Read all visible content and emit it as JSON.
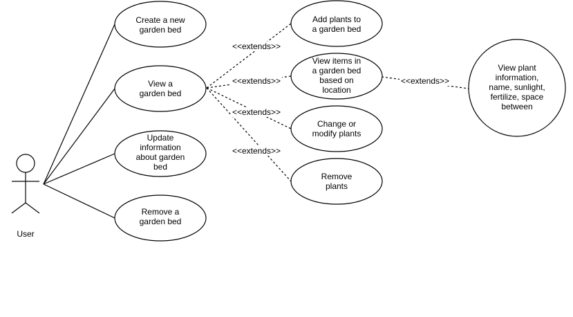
{
  "actor": {
    "label": "User"
  },
  "use_cases": {
    "create_bed": [
      "Create a new",
      "garden bed"
    ],
    "view_bed": [
      "View a",
      "garden bed"
    ],
    "update_bed": [
      "Update",
      "information",
      "about garden",
      "bed"
    ],
    "remove_bed": [
      "Remove a",
      "garden bed"
    ],
    "add_plants": [
      "Add plants to",
      "a garden bed"
    ],
    "view_items": [
      "View items in",
      "a garden bed",
      "based on",
      "location"
    ],
    "change_plants": [
      "Change or",
      "modify plants"
    ],
    "remove_plants": [
      "Remove",
      "plants"
    ],
    "view_plant_info": [
      "View plant",
      "information,",
      "name, sunlight,",
      "fertilize, space",
      "between"
    ]
  },
  "extends_label": "<<extends>>"
}
